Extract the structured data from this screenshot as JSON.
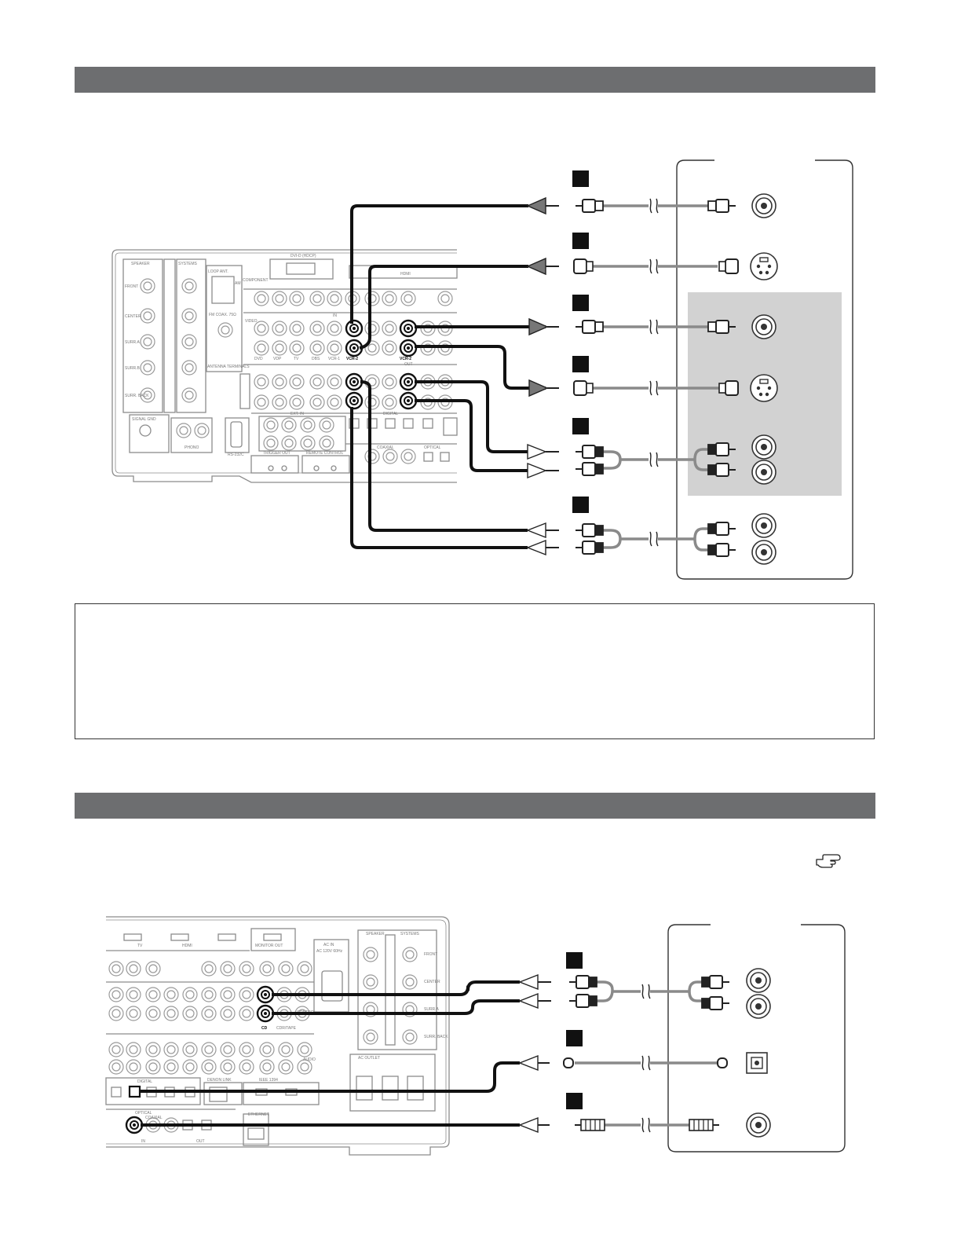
{
  "icons": {
    "reference": "pointing-hand-icon"
  },
  "colors": {
    "section_bar": "#6d6e70",
    "panel_line": "#8c8c8c",
    "cable_black": "#111111",
    "cable_gray": "#8a8a8a",
    "shade": "#d2d2d2"
  },
  "receiver_top": {
    "labels": {
      "speaker": "SPEAKER",
      "systems": "SYSTEMS",
      "front": "FRONT",
      "center": "CENTER",
      "surr_a": "SURR.A",
      "surr_b": "SURR.B",
      "surr_back": "SURR. BACK",
      "loop_ant": "LOOP ANT.",
      "am": "AM",
      "component": "COMPONENT",
      "video": "VIDEO",
      "fm_coaxial": "FM COAX. 75Ω",
      "antenna": "ANTENNA TERMINALS",
      "dvi": "DVI-D (HDCP)",
      "hdmi": "HDMI",
      "signal_gnd": "SIGNAL GND",
      "phono": "PHONO",
      "rs232c": "RS-232C",
      "ext_in": "EXT. IN",
      "digital": "DIGITAL",
      "optical": "OPTICAL",
      "coaxial": "COAXIAL",
      "trigger_out": "TRIGGER OUT",
      "remote_control": "REMOTE CONTROL",
      "vcr2": "VCR-2",
      "dvd": "DVD",
      "vdp": "VDP",
      "tv": "TV",
      "dbs": "DBS",
      "vcr1": "VCR-1",
      "in": "IN",
      "out": "OUT"
    }
  },
  "receiver_bottom": {
    "labels": {
      "tv": "TV",
      "hdmi": "HDMI",
      "monitor_out": "MONITOR OUT",
      "ac_in": "AC IN",
      "ac_rating": "AC 120V 60Hz",
      "speaker": "SPEAKER",
      "systems": "SYSTEMS",
      "front": "FRONT",
      "center": "CENTER",
      "surr_a": "SURR.A",
      "surr_back": "SURR. BACK",
      "cd": "CD",
      "cdr_tape": "CDR/TAPE",
      "control": "CONTROL",
      "audio": "AUDIO",
      "digital": "DIGITAL",
      "optical": "OPTICAL",
      "coaxial": "COAXIAL",
      "denon_link": "DENON LINK",
      "ethernet": "ETHERNET",
      "ieee": "IEEE 1394",
      "ac_outlet": "AC OUTLET",
      "in": "IN",
      "out": "OUT"
    }
  }
}
